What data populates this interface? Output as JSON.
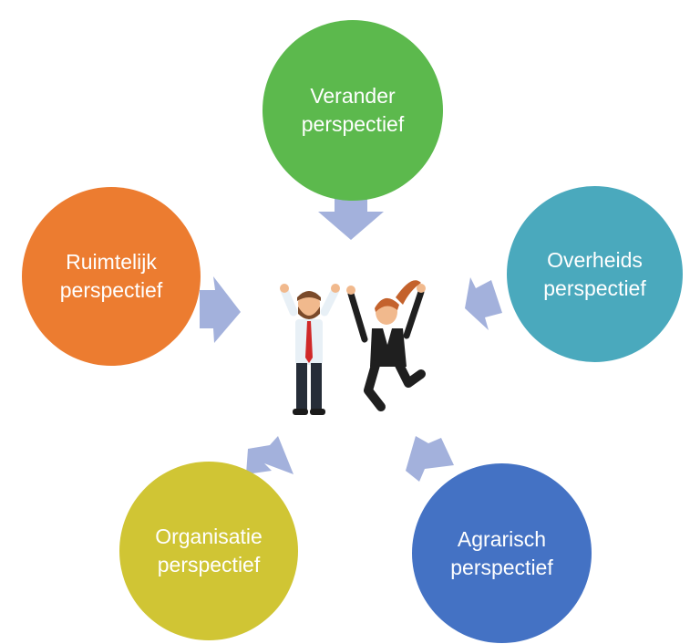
{
  "colors": {
    "verander": "#5cb94d",
    "overheids": "#4aa9bd",
    "agrarisch": "#4472c4",
    "organisatie": "#d0c534",
    "ruimtelijk": "#ec7c30",
    "arrow": "#a3b1dc"
  },
  "perspectives": [
    {
      "id": "verander",
      "line1": "Verander",
      "line2": "perspectief"
    },
    {
      "id": "overheids",
      "line1": "Overheids",
      "line2": "perspectief"
    },
    {
      "id": "agrarisch",
      "line1": "Agrarisch",
      "line2": "perspectief"
    },
    {
      "id": "organisatie",
      "line1": "Organisatie",
      "line2": "perspectief"
    },
    {
      "id": "ruimtelijk",
      "line1": "Ruimtelijk",
      "line2": "perspectief"
    }
  ],
  "center_illustration": {
    "icon": "celebrating-business-people-icon"
  }
}
